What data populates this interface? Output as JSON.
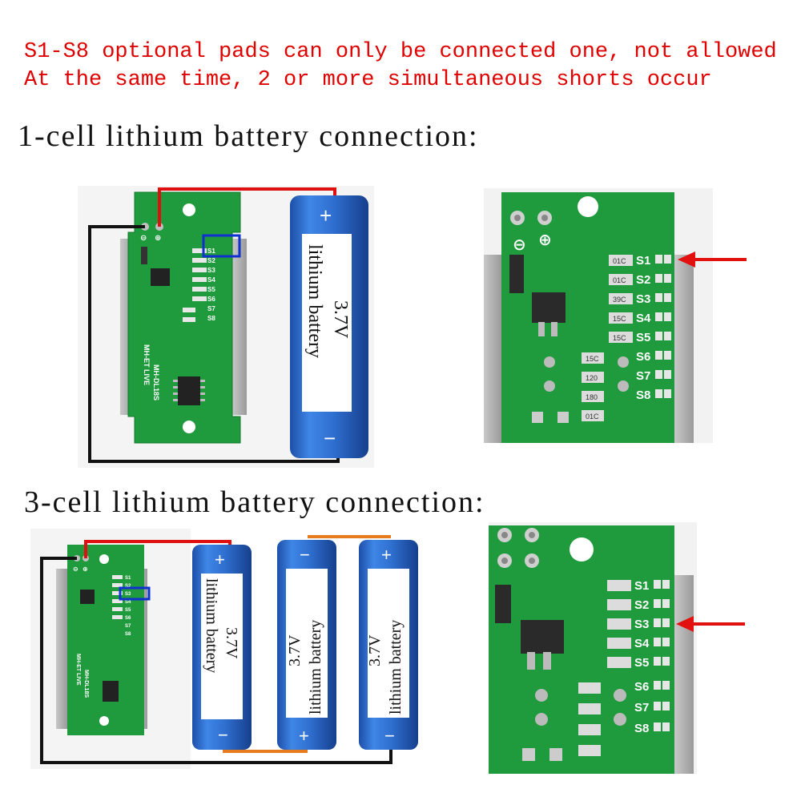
{
  "warning": {
    "line1": "S1-S8 optional pads can only be connected one, not allowed",
    "line2": "At the same time, 2 or more simultaneous shorts occur"
  },
  "sections": [
    {
      "heading": "1-cell lithium battery connection:",
      "selected_pad": "S1",
      "batteries": [
        {
          "voltage": "3.7V",
          "label": "lithium battery",
          "plus": "+",
          "minus": "−"
        }
      ]
    },
    {
      "heading": "3-cell lithium battery connection:",
      "selected_pad": "S3",
      "batteries": [
        {
          "voltage": "3.7V",
          "label": "lithium battery",
          "plus": "+",
          "minus": "−"
        },
        {
          "voltage": "3.7V",
          "label": "lithium battery",
          "plus": "+",
          "minus": "−"
        },
        {
          "voltage": "3.7V",
          "label": "lithium battery",
          "plus": "+",
          "minus": "−"
        }
      ]
    }
  ],
  "board": {
    "model": "MH-DL18S",
    "brand": "MH-ET LIVE",
    "terminal_neg": "⊖",
    "terminal_pos": "⊕",
    "pads": [
      "S1",
      "S2",
      "S3",
      "S4",
      "S5",
      "S6",
      "S7",
      "S8"
    ],
    "resistor_codes": [
      "01C",
      "01C",
      "39C",
      "15C",
      "15C",
      "15C",
      "120",
      "180",
      "01C"
    ]
  },
  "colors": {
    "warning_text": "#e00000",
    "pcb_green": "#1f9a3c",
    "wire_red": "#e01010",
    "wire_black": "#111111",
    "wire_orange": "#e87a20",
    "battery_blue": "#2f6fd0",
    "arrow_red": "#e31010",
    "highlight_blue": "#1030d0"
  }
}
